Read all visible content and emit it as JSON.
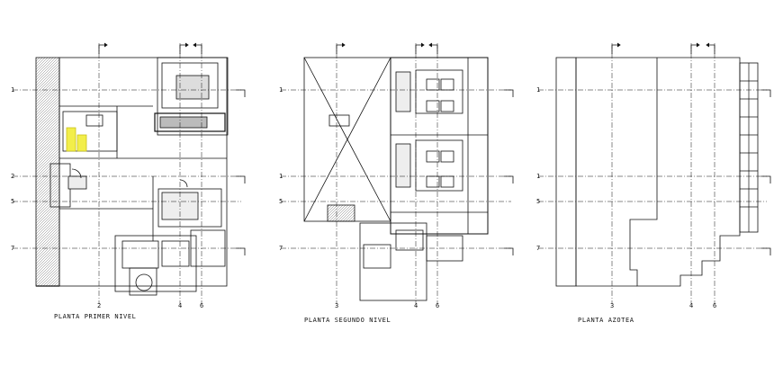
{
  "plans": [
    {
      "id": "primer",
      "caption": "PLANTA PRIMER NIVEL",
      "left_labels": [
        "1",
        "2",
        "5",
        "7"
      ],
      "right_labels": [],
      "bottom_labels": [
        "2",
        "4",
        "6"
      ]
    },
    {
      "id": "segundo",
      "caption": "PLANTA SEGUNDO NIVEL",
      "left_labels": [
        "1",
        "1",
        "5",
        "7"
      ],
      "right_labels": [],
      "bottom_labels": [
        "3",
        "4",
        "6"
      ]
    },
    {
      "id": "azotea",
      "caption": "PLANTA AZOTEA",
      "left_labels": [
        "1",
        "1",
        "5",
        "7"
      ],
      "right_labels": [],
      "bottom_labels": [
        "3",
        "4",
        "6"
      ]
    }
  ],
  "colors": {
    "lines": "#111111",
    "highlight": "#f2ee4a",
    "background": "#ffffff"
  }
}
